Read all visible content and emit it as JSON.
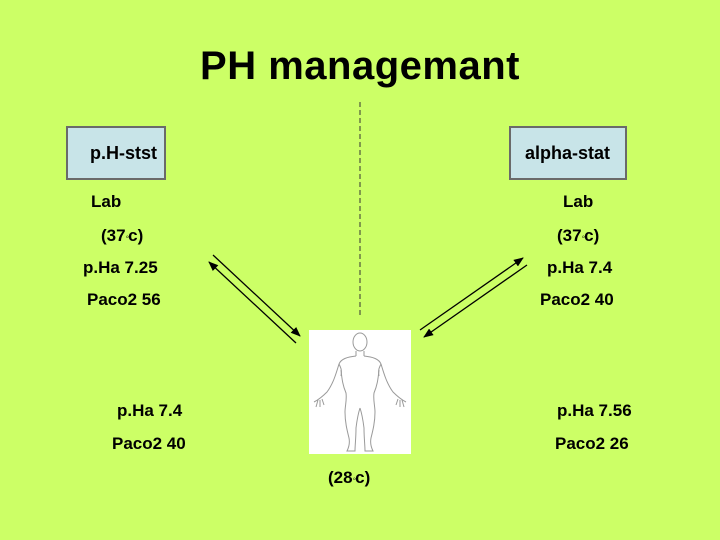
{
  "title": "PH managemant",
  "left": {
    "box_label": "p.H-stst",
    "lab": "Lab",
    "temp_prefix": "(37",
    "temp_suffix": "c)",
    "pha": "p.Ha 7.25",
    "paco2": "Paco2 56"
  },
  "right": {
    "box_label": "alpha-stat",
    "lab": "Lab",
    "temp_prefix": "(37",
    "temp_suffix": "c)",
    "pha": "p.Ha 7.4",
    "paco2": "Paco2 40"
  },
  "patient_left": {
    "pha": "p.Ha 7.4",
    "paco2": "Paco2 40"
  },
  "patient_right": {
    "pha": "p.Ha 7.56",
    "paco2": "Paco2 26"
  },
  "patient_temp": {
    "prefix": "(28",
    "suffix": "c)"
  },
  "degree_glyph": "◦",
  "colors": {
    "background": "#ccff66",
    "box_fill": "#c8e4e8",
    "box_border": "#6a6a6a"
  },
  "icons": {
    "patient": "human-body-outline-icon"
  }
}
